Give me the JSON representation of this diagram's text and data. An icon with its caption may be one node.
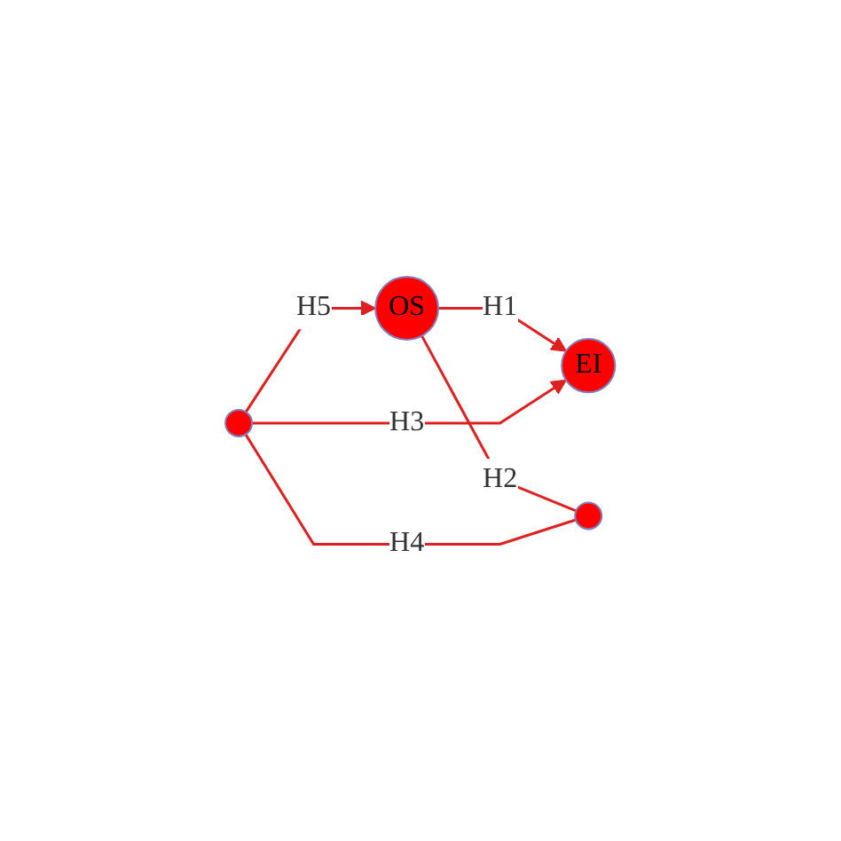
{
  "diagram": {
    "nodes": [
      {
        "text": [
          "OS"
        ]
      },
      {
        "text": [
          "EI"
        ]
      },
      {
        "text": [],
        "shape": "circle"
      },
      {
        "text": [],
        "shape": "circle"
      }
    ],
    "edges": [
      {
        "from": 2,
        "to": 0,
        "arrow": "to",
        "label": "H5"
      },
      {
        "from": 0,
        "to": 1,
        "arrow": "to",
        "label": "H1"
      },
      {
        "from": 0,
        "to": 3,
        "arrow": "none",
        "label": "H2"
      },
      {
        "from": 2,
        "to": 3,
        "arrow": "none",
        "label": "H4"
      },
      {
        "from": 2,
        "to": 1,
        "arrow": "to",
        "label": "H3"
      }
    ]
  }
}
